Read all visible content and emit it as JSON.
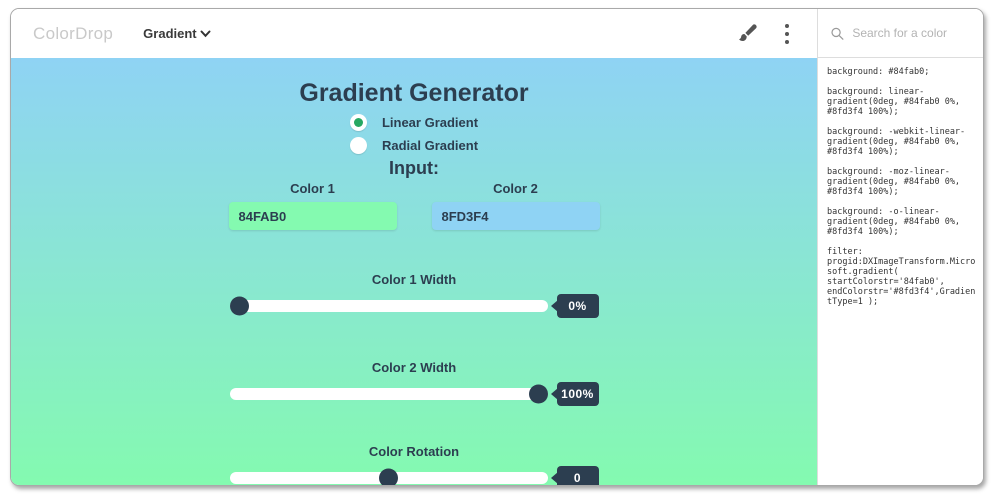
{
  "header": {
    "logo": "ColorDrop",
    "nav_dropdown_label": "Gradient",
    "search_placeholder": "Search for a color"
  },
  "main": {
    "title": "Gradient Generator",
    "gradient_type_options": [
      {
        "label": "Linear Gradient",
        "selected": true
      },
      {
        "label": "Radial Gradient",
        "selected": false
      }
    ],
    "input_heading": "Input:",
    "color_inputs": [
      {
        "label": "Color 1",
        "value": "84FAB0",
        "swatch": "#84fab0"
      },
      {
        "label": "Color 2",
        "value": "8FD3F4",
        "swatch": "#8fd3f4"
      }
    ],
    "sliders": [
      {
        "label": "Color 1 Width",
        "value": "0%",
        "position_pct": 0
      },
      {
        "label": "Color 2 Width",
        "value": "100%",
        "position_pct": 100
      },
      {
        "label": "Color Rotation",
        "value": "0",
        "position_pct": 50
      }
    ]
  },
  "sidebar": {
    "code": "background: #84fab0;\n\nbackground: linear-\ngradient(0deg, #84fab0 0%,\n#8fd3f4 100%);\n\nbackground: -webkit-linear-\ngradient(0deg, #84fab0 0%,\n#8fd3f4 100%);\n\nbackground: -moz-linear-\ngradient(0deg, #84fab0 0%,\n#8fd3f4 100%);\n\nbackground: -o-linear-\ngradient(0deg, #84fab0 0%,\n#8fd3f4 100%);\n\nfilter:\nprogid:DXImageTransform.Micro\nsoft.gradient(\nstartColorstr='84fab0',\nendColorstr='#8fd3f4',Gradien\ntType=1 );"
  },
  "colors": {
    "gradient_top": "#8fd3f4",
    "gradient_bottom": "#84fab0",
    "accent_green": "#27a862",
    "thumb_navy": "#2c3e50"
  }
}
